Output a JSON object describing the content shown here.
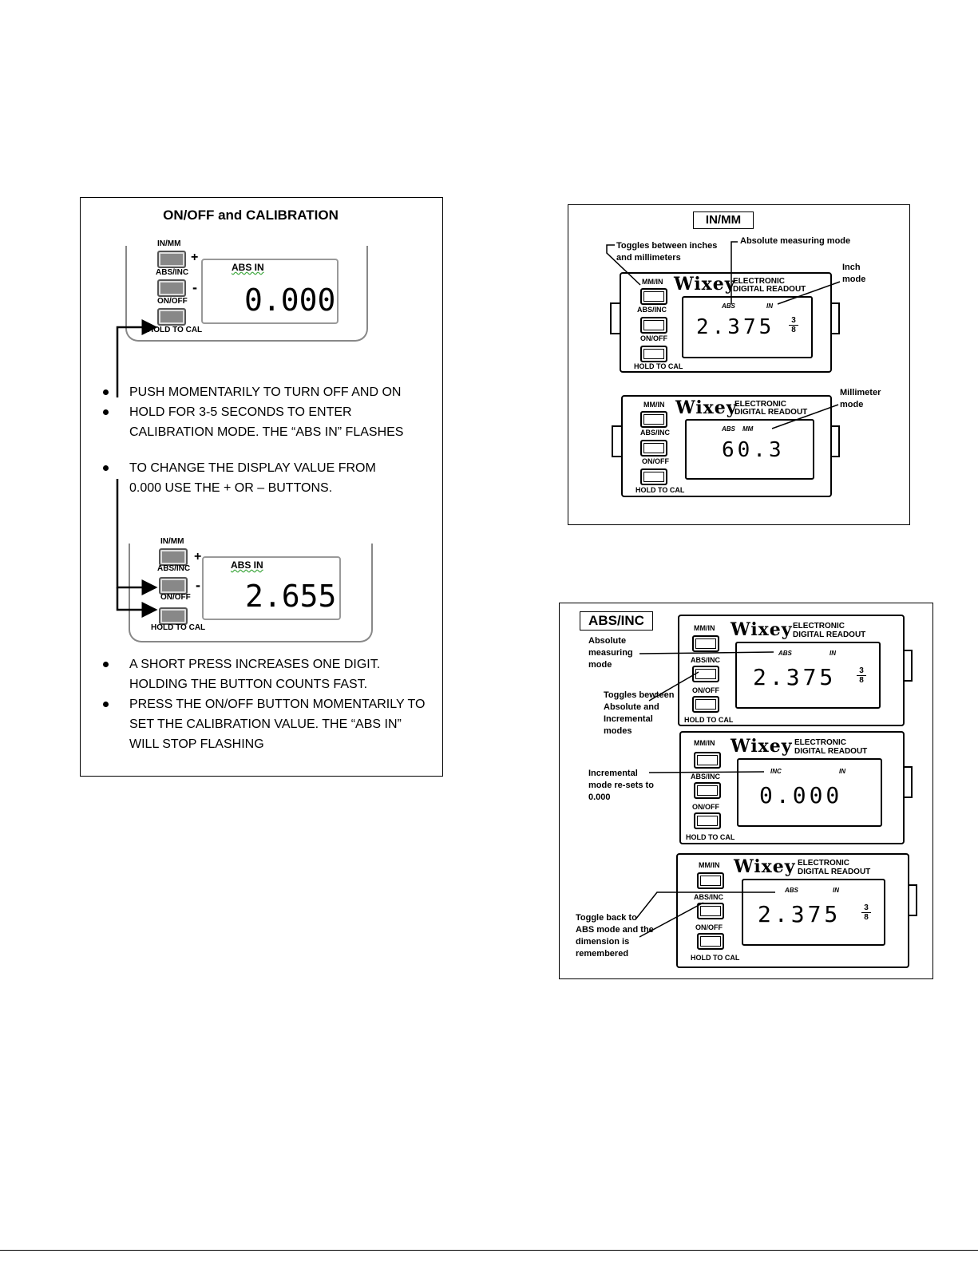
{
  "calibration": {
    "title": "ON/OFF and CALIBRATION",
    "device1": {
      "btn_in_mm": "IN/MM",
      "btn_abs_inc": "ABS/INC",
      "btn_on_off": "ON/OFF",
      "btn_hold": "HOLD TO CAL",
      "plus": "+",
      "minus": "-",
      "indicator": "ABS IN",
      "value": "0.000"
    },
    "bullets1": [
      "PUSH MOMENTARILY TO TURN OFF AND ON",
      "HOLD FOR 3-5 SECONDS TO ENTER CALIBRATION MODE. THE “ABS IN” FLASHES",
      "TO CHANGE THE DISPLAY VALUE FROM 0.000 USE THE + OR – BUTTONS."
    ],
    "device2": {
      "btn_in_mm": "IN/MM",
      "btn_abs_inc": "ABS/INC",
      "btn_on_off": "ON/OFF",
      "btn_hold": "HOLD TO CAL",
      "plus": "+",
      "minus": "-",
      "indicator": "ABS IN",
      "value": "2.655"
    },
    "bullets2": [
      "A SHORT PRESS INCREASES ONE DIGIT. HOLDING THE BUTTON COUNTS FAST.",
      "PRESS THE ON/OFF BUTTON MOMENTARILY TO SET THE CALIBRATION VALUE. THE “ABS IN”  WILL STOP FLASHING"
    ]
  },
  "inmm": {
    "title": "IN/MM",
    "ann_toggles": "Toggles between inches and millimeters",
    "ann_abs_mode": "Absolute measuring mode",
    "ann_inch": "Inch mode",
    "ann_mm": "Millimeter mode",
    "device1": {
      "btn1": "MM/IN",
      "btn2": "ABS/INC",
      "btn3": "ON/OFF",
      "btn4": "HOLD TO CAL",
      "logo": "Wixey",
      "sub1": "ELECTRONIC",
      "sub2": "DIGITAL READOUT",
      "ind_left": "ABS",
      "ind_right": "IN",
      "value": "2.375",
      "frac_num": "3",
      "frac_den": "8"
    },
    "device2": {
      "btn1": "MM/IN",
      "btn2": "ABS/INC",
      "btn3": "ON/OFF",
      "btn4": "HOLD TO CAL",
      "logo": "Wixey",
      "sub1": "ELECTRONIC",
      "sub2": "DIGITAL READOUT",
      "ind_left": "ABS",
      "ind_right": "MM",
      "value": "60.3"
    }
  },
  "absinc": {
    "title": "ABS/INC",
    "ann_abs": "Absolute measuring mode",
    "ann_toggles": "Toggles bewteen Absolute and Incremental modes",
    "ann_inc": "Incremental mode re-sets to 0.000",
    "ann_back": "Toggle back to ABS mode and the dimension is remembered",
    "device1": {
      "btn1": "MM/IN",
      "btn2": "ABS/INC",
      "btn3": "ON/OFF",
      "btn4": "HOLD TO CAL",
      "logo": "Wixey",
      "sub1": "ELECTRONIC",
      "sub2": "DIGITAL READOUT",
      "ind_left": "ABS",
      "ind_right": "IN",
      "value": "2.375",
      "frac_num": "3",
      "frac_den": "8"
    },
    "device2": {
      "btn1": "MM/IN",
      "btn2": "ABS/INC",
      "btn3": "ON/OFF",
      "btn4": "HOLD TO CAL",
      "logo": "Wixey",
      "sub1": "ELECTRONIC",
      "sub2": "DIGITAL READOUT",
      "ind_left": "INC",
      "ind_right": "IN",
      "value": "0.000"
    },
    "device3": {
      "btn1": "MM/IN",
      "btn2": "ABS/INC",
      "btn3": "ON/OFF",
      "btn4": "HOLD TO CAL",
      "logo": "Wixey",
      "sub1": "ELECTRONIC",
      "sub2": "DIGITAL READOUT",
      "ind_left": "ABS",
      "ind_right": "IN",
      "value": "2.375",
      "frac_num": "3",
      "frac_den": "8"
    }
  }
}
